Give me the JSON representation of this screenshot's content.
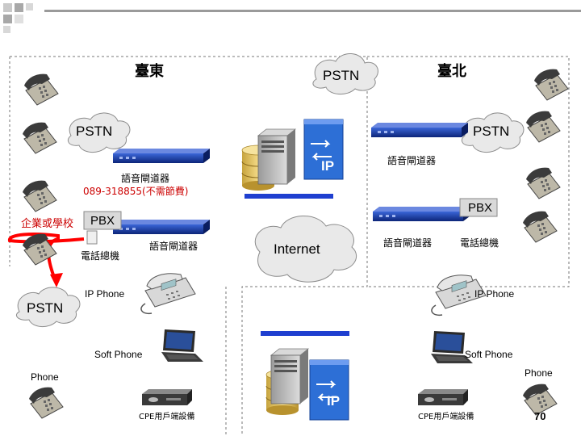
{
  "title_number": "70",
  "regions": {
    "taidong": "臺東",
    "taipei": "臺北"
  },
  "clouds": {
    "pstn_top": "PSTN",
    "pstn_left": "PSTN",
    "pstn_right": "PSTN",
    "pstn_bottom_left": "PSTN",
    "internet": "Internet"
  },
  "labels": {
    "gateway_left": "語音閘道器",
    "gateway_phone": "089-318855(不需節費)",
    "gateway_mid_left": "語音閘道器",
    "gateway_right_top": "語音閘道器",
    "gateway_right_mid": "語音閘道器",
    "enterprise": "企業或學校",
    "pbx_left": "PBX",
    "pbx_right": "PBX",
    "switchboard_left": "電話總機",
    "switchboard_right": "電話總機",
    "ip_phone_left": "IP Phone",
    "ip_phone_right": "IP Phone",
    "soft_phone_left": "Soft Phone",
    "soft_phone_right": "Soft Phone",
    "phone_left": "Phone",
    "phone_right": "Phone",
    "cpe_left": "CPE用戶端設備",
    "cpe_right": "CPE用戶端設備",
    "ip_badge_top": "IP",
    "ip_badge_bottom": "IP"
  },
  "colors": {
    "red_text": "#cc0000",
    "arrow": "#ff0000",
    "gateway": "#1a3fa8",
    "bus": "#1f3fd0",
    "ip_box": "#2d6fd6",
    "cloud_fill": "#e9e9e9"
  }
}
